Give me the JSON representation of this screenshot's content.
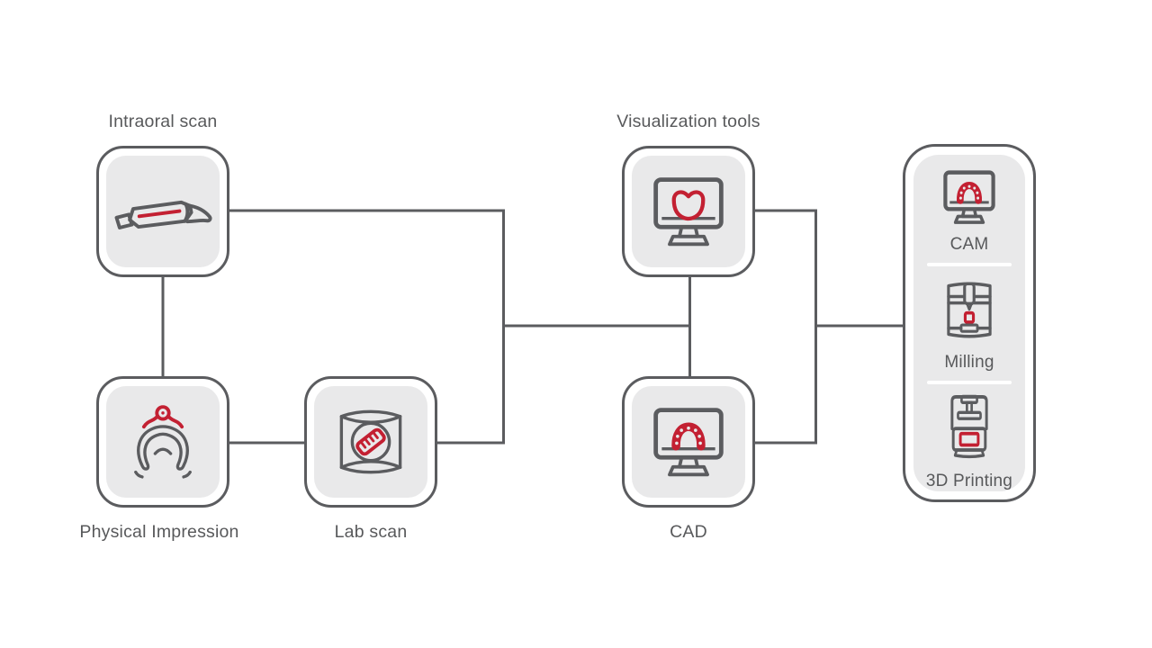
{
  "colors": {
    "background": "#ffffff",
    "line": "#5b5c5f",
    "box_border": "#5b5c5f",
    "box_fill": "#e9e9ea",
    "accent_red": "#c32032",
    "text": "#58595b"
  },
  "nodes": [
    {
      "id": "intraoral-scan",
      "label": "Intraoral scan",
      "label_position": "above",
      "icon": "intraoral-scanner-icon"
    },
    {
      "id": "physical-impression",
      "label": "Physical Impression",
      "label_position": "below",
      "icon": "impression-tray-icon"
    },
    {
      "id": "lab-scan",
      "label": "Lab scan",
      "label_position": "below",
      "icon": "lab-scanner-icon"
    },
    {
      "id": "visualization-tools",
      "label": "Visualization tools",
      "label_position": "above",
      "icon": "monitor-tooth-icon"
    },
    {
      "id": "cad",
      "label": "CAD",
      "label_position": "below",
      "icon": "monitor-arch-icon"
    }
  ],
  "manufacturing_panel": {
    "items": [
      {
        "id": "cam",
        "label": "CAM",
        "icon": "monitor-arch-icon"
      },
      {
        "id": "milling",
        "label": "Milling",
        "icon": "milling-machine-icon"
      },
      {
        "id": "3d-printing",
        "label": "3D Printing",
        "icon": "3d-printer-icon"
      }
    ]
  },
  "connections": [
    {
      "from": "intraoral-scan",
      "to": "physical-impression"
    },
    {
      "from": "physical-impression",
      "to": "lab-scan"
    },
    {
      "from": "intraoral-scan",
      "to": "scan-junction"
    },
    {
      "from": "lab-scan",
      "to": "scan-junction"
    },
    {
      "from": "scan-junction",
      "to": "visualization-cad-link"
    },
    {
      "from": "visualization-tools",
      "to": "cad"
    },
    {
      "from": "visualization-tools",
      "to": "output-junction"
    },
    {
      "from": "cad",
      "to": "output-junction"
    },
    {
      "from": "output-junction",
      "to": "manufacturing-panel"
    }
  ]
}
